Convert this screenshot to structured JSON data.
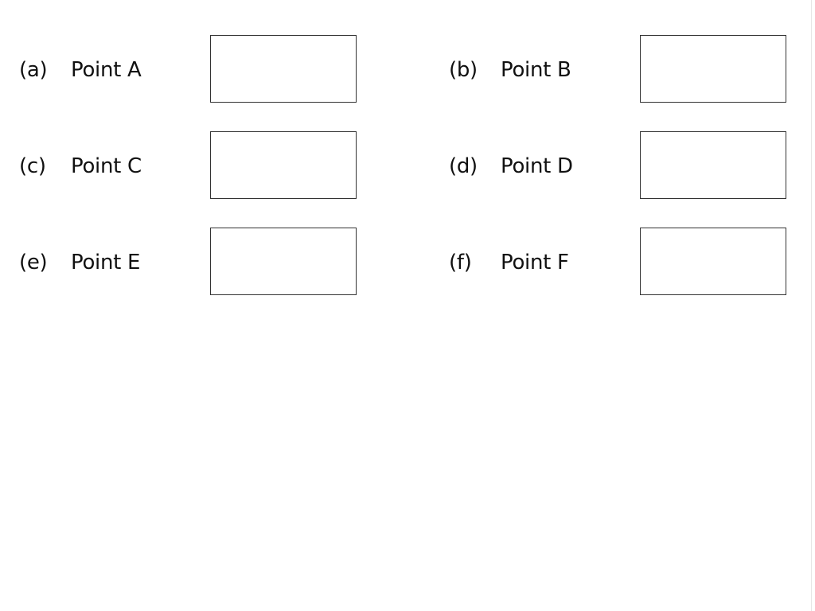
{
  "items": [
    {
      "letter": "(a)",
      "label": "Point A",
      "answer": ""
    },
    {
      "letter": "(b)",
      "label": "Point B",
      "answer": ""
    },
    {
      "letter": "(c)",
      "label": "Point C",
      "answer": ""
    },
    {
      "letter": "(d)",
      "label": "Point D",
      "answer": ""
    },
    {
      "letter": "(e)",
      "label": "Point E",
      "answer": ""
    },
    {
      "letter": "(f)",
      "label": "Point F",
      "answer": ""
    }
  ]
}
